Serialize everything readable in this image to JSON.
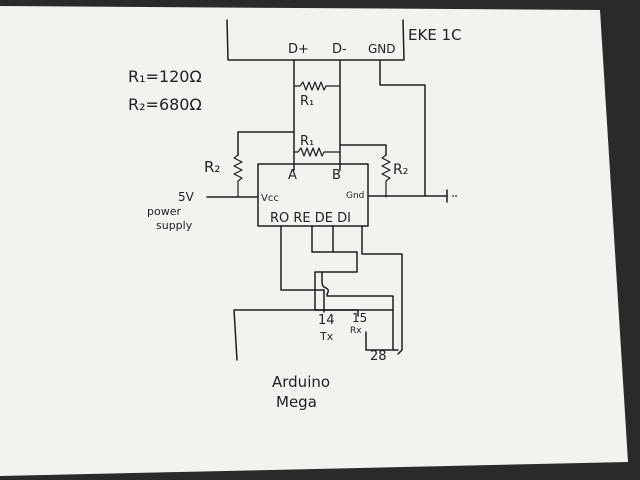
{
  "device": {
    "label": "EKE 1C",
    "pins": {
      "dplus": "D+",
      "dminus": "D-",
      "gnd": "GND"
    }
  },
  "legend": {
    "r1": "R₁=120Ω",
    "r2": "R₂=680Ω"
  },
  "resistors": {
    "r1_top": "R₁",
    "r1_bottom": "R₁",
    "r2_left": "R₂",
    "r2_right": "R₂"
  },
  "transceiver": {
    "pin_a": "A",
    "pin_b": "B",
    "pin_vcc": "Vcc",
    "pin_gnd": "Gnd",
    "pins_bottom": "RO RE DE DI"
  },
  "power": {
    "voltage": "5V",
    "label_line1": "power",
    "label_line2": "supply"
  },
  "arduino": {
    "name_line1": "Arduino",
    "name_line2": "Mega",
    "pin_tx_num": "14",
    "pin_tx": "Tx",
    "pin_rx_num": "15",
    "pin_rx": "Rx",
    "pin_28": "28"
  },
  "colors": {
    "paper": "#f4f3f0",
    "ink": "#1e1e1e",
    "background": "#2b2a28"
  }
}
